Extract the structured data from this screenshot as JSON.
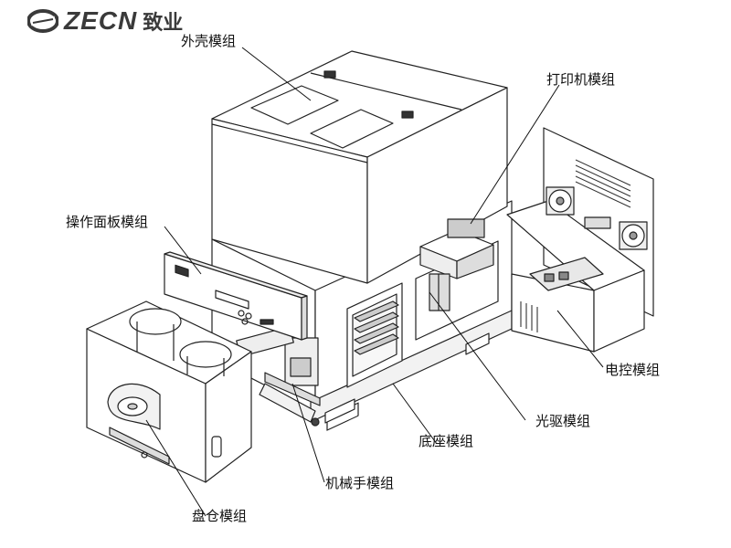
{
  "brand": {
    "name": "ZECN",
    "cn": "致业"
  },
  "labels": {
    "shell": "外壳模组",
    "printer": "打印机模组",
    "panel": "操作面板模组",
    "control": "电控模组",
    "drive": "光驱模组",
    "base": "底座模组",
    "robot": "机械手模组",
    "tray": "盘仓模组"
  },
  "colors": {
    "line": "#222222",
    "fill": "#ffffff",
    "shade": "#e6e6e6",
    "dark": "#555555"
  }
}
